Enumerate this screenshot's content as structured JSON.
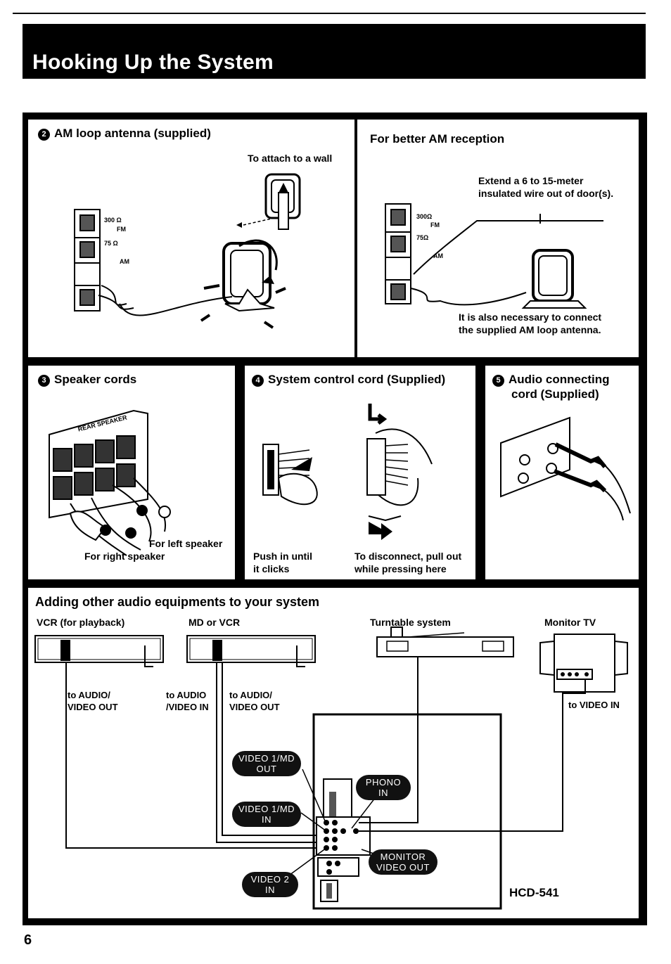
{
  "header": {
    "title": "Hooking Up the System"
  },
  "am_antenna": {
    "number": "2",
    "title": "AM loop antenna (supplied)",
    "wall_caption": "To attach to a wall",
    "terminal_labels": [
      "300 Ω",
      "FM",
      "75 Ω",
      "AM"
    ]
  },
  "am_reception": {
    "title": "For better AM reception",
    "extend_note": [
      "Extend a 6 to 15-meter",
      "insulated wire out of door(s)."
    ],
    "also_note": [
      "It is also necessary to connect",
      "the supplied AM loop antenna."
    ],
    "terminal_labels": [
      "300Ω",
      "FM",
      "75Ω",
      "AM"
    ]
  },
  "speaker_cords": {
    "number": "3",
    "title": "Speaker cords",
    "panel_label": "REAR SPEAKER",
    "left_caption": "For left speaker",
    "right_caption": "For right speaker"
  },
  "system_control": {
    "number": "4",
    "title": "System control cord (Supplied)",
    "push_caption": [
      "Push in until",
      "it clicks"
    ],
    "disconnect_caption": [
      "To disconnect, pull out",
      "while pressing here"
    ]
  },
  "audio_cord": {
    "number": "5",
    "title": [
      "Audio connecting",
      "cord (Supplied)"
    ]
  },
  "adding": {
    "title": "Adding other audio equipments to your system",
    "devices": {
      "vcr": "VCR (for playback)",
      "md": "MD or VCR",
      "turntable": "Turntable system",
      "tv": "Monitor TV"
    },
    "connections": {
      "vcr_out": [
        "to AUDIO/",
        "VIDEO OUT"
      ],
      "md_in": [
        "to AUDIO",
        "/VIDEO IN"
      ],
      "md_out": [
        "to AUDIO/",
        "VIDEO OUT"
      ],
      "tv_in": "to VIDEO IN"
    },
    "jacks": {
      "video1_out": [
        "VIDEO 1/MD",
        "OUT"
      ],
      "video1_in": [
        "VIDEO 1/MD",
        "IN"
      ],
      "phono_in": [
        "PHONO",
        "IN"
      ],
      "monitor_out": [
        "MONITOR",
        "VIDEO OUT"
      ],
      "video2_in": [
        "VIDEO 2",
        "IN"
      ]
    },
    "unit_model": "HCD-541"
  },
  "footer": {
    "page_number": "6"
  }
}
